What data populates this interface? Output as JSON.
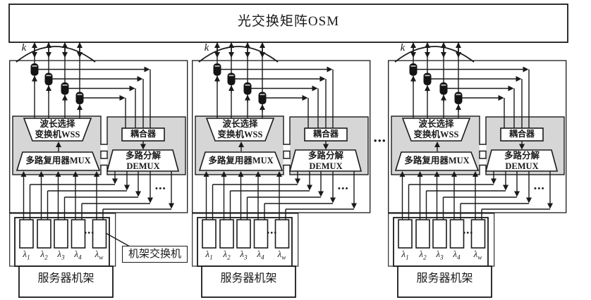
{
  "figure": {
    "description_visible_text_only": true,
    "colors": {
      "background": "#ffffff",
      "line": "#1a1a1a",
      "panel_gray": "#d6d6d6"
    }
  },
  "osm": {
    "title": "光交换矩阵OSM"
  },
  "module": {
    "k_label": "k",
    "wss_line1": "波长选择",
    "wss_line2": "变换机WSS",
    "mux_label": "多路复用器MUX",
    "coupler_label": "耦合器",
    "demux_line1": "多路分解",
    "demux_line2": "DEMUX",
    "demux_dots": "•••",
    "rack": {
      "slot_dots": "•••",
      "lambdas": [
        {
          "base": "λ",
          "sub": "1"
        },
        {
          "base": "λ",
          "sub": "2"
        },
        {
          "base": "λ",
          "sub": "3"
        },
        {
          "base": "λ",
          "sub": "4"
        },
        {
          "base": "λ",
          "sub": "w"
        }
      ],
      "server_rack_label": "服务器机架"
    }
  },
  "rack_switch_callout": {
    "label": "机架交换机"
  },
  "between_modules_dots": "•••"
}
